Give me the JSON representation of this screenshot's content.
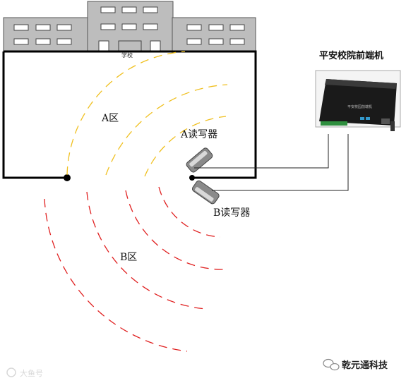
{
  "school_sign": "学校",
  "device_title": "平安校院前端机",
  "device_panel_text": "平安校园前端机",
  "zone_a_label": "A区",
  "zone_b_label": "B区",
  "reader_a_label": "A读写器",
  "reader_b_label": "B读写器",
  "watermark_left": "大鱼号",
  "watermark_right": "乾元通科技",
  "colors": {
    "zone_a_arc": "#f0c020",
    "zone_b_arc": "#e02020",
    "wall": "#000000",
    "building": "#bdbdbd",
    "device": "#1a1a1a"
  }
}
